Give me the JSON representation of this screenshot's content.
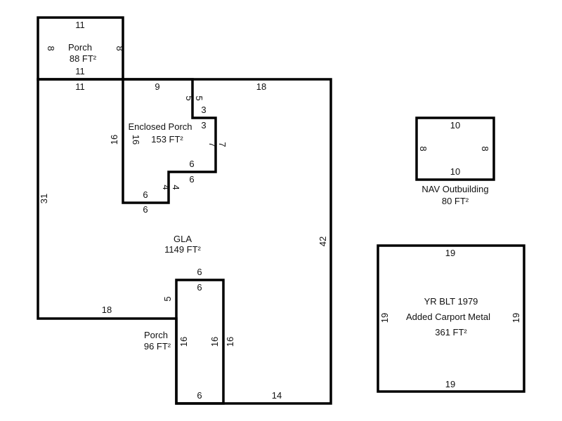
{
  "areas": {
    "porch_top": {
      "name": "Porch",
      "area": "88 FT²",
      "dims": {
        "top": "11",
        "bottom_in": "11",
        "left": "8",
        "right": "8"
      }
    },
    "gla": {
      "name": "GLA",
      "area": "1149 FT²",
      "dims": {
        "top_left": "11",
        "left": "31",
        "right": "42",
        "bottom_left": "18",
        "step": "5",
        "porch_top": "6",
        "bottom_right": "14",
        "porch_right": "16"
      }
    },
    "enclosed_porch": {
      "name": "Enclosed Porch",
      "area": "153 FT²",
      "dims": {
        "top": "9",
        "notch_out": "5",
        "notch_in": "5",
        "step_top": "3",
        "step_in": "3",
        "right_in": "7",
        "right_out": "7",
        "ledge_in": "6",
        "ledge_out": "6",
        "step2_in": "4",
        "step2_out": "4",
        "bottom_in": "6",
        "bottom_out": "6",
        "left_out": "16",
        "left_in": "16",
        "top_right": "18"
      }
    },
    "porch_bottom": {
      "name": "Porch",
      "area": "96 FT²",
      "dims": {
        "top_in": "6",
        "left": "16",
        "right_in": "16",
        "bottom": "6"
      }
    },
    "nav_outbuilding": {
      "name": "NAV Outbuilding",
      "area": "80 FT²",
      "dims": {
        "top": "10",
        "bottom": "10",
        "left": "8",
        "right": "8"
      }
    },
    "carport": {
      "line1": "YR BLT 1979",
      "line2": "Added Carport Metal",
      "area": "361 FT²",
      "dims": {
        "top": "19",
        "bottom": "19",
        "left": "19",
        "right": "19"
      }
    }
  }
}
